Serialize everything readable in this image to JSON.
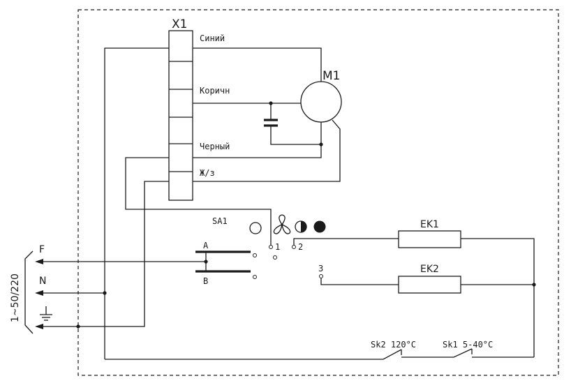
{
  "connector": {
    "ref": "X1",
    "wires": [
      "Синий",
      "Коричн",
      "Черный",
      "Ж/з"
    ]
  },
  "motor": {
    "ref": "M1"
  },
  "switch": {
    "ref": "SA1",
    "contact_a": "A",
    "contact_b": "B",
    "positions": [
      "1",
      "2",
      "3"
    ]
  },
  "heaters": [
    "EK1",
    "EK2"
  ],
  "thermostats": [
    "Sk2 120°C",
    "Sk1 5-40°C"
  ],
  "supply": {
    "label": "1~50/220",
    "lines": [
      "F",
      "N"
    ]
  }
}
